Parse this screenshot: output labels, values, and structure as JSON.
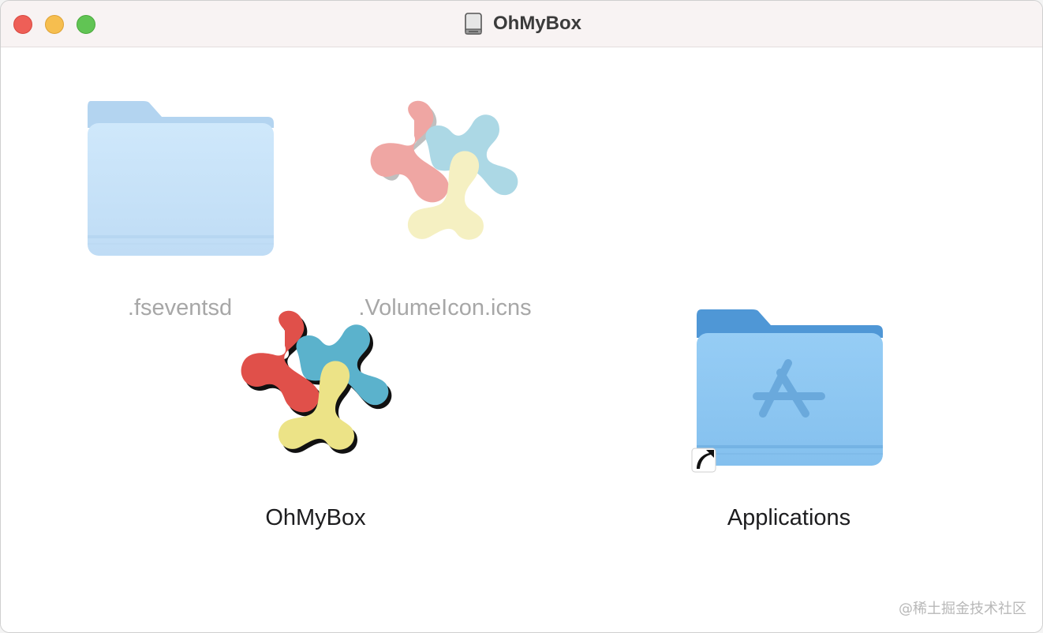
{
  "window": {
    "title": "OhMyBox",
    "title_icon": "drive-icon"
  },
  "items": {
    "fseventsd": {
      "label": ".fseventsd",
      "icon": "folder-icon"
    },
    "volumeicon": {
      "label": ".VolumeIcon.icns",
      "icon": "app-logo-icon"
    },
    "ohmybox": {
      "label": "OhMyBox",
      "icon": "app-logo-icon"
    },
    "applications": {
      "label": "Applications",
      "icon": "applications-folder-icon"
    }
  },
  "watermark": "@稀土掘金技术社区",
  "colors": {
    "logo_red": "#e0504a",
    "logo_blue": "#5bb2cc",
    "logo_yellow": "#ece387",
    "folder_light": "#c7e3f8",
    "folder_blue": "#8bc7f2"
  }
}
